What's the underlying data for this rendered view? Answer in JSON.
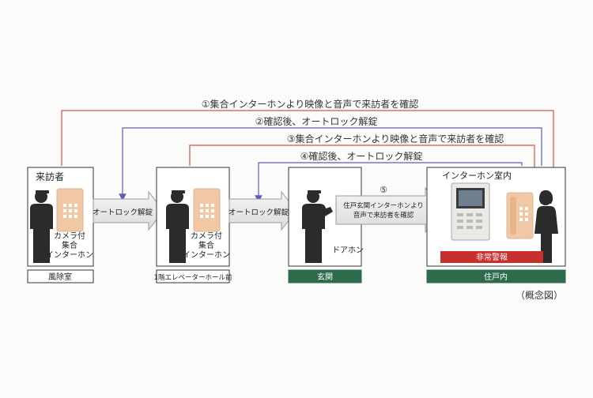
{
  "flows": [
    {
      "label": "①集合インターホンより映像と音声で来訪者を確認",
      "color": "#d9534a"
    },
    {
      "label": "②確認後、オートロック解錠",
      "color": "#5a5fb8"
    },
    {
      "label": "③集合インターホンより映像と音声で来訪者を確認",
      "color": "#d9534a"
    },
    {
      "label": "④確認後、オートロック解錠",
      "color": "#5a5fb8"
    },
    {
      "label": "⑤",
      "color": "#333333"
    }
  ],
  "boxes": {
    "visitor": {
      "title": "来訪者",
      "device": [
        "カメラ付",
        "集合",
        "インターホン"
      ],
      "caption": "風除室"
    },
    "elevator": {
      "device": [
        "カメラ付",
        "集合",
        "インターホン"
      ],
      "caption": "1階エレベーターホール前"
    },
    "entrance": {
      "device": "ドアホン",
      "caption": "玄関"
    },
    "dwelling": {
      "title": "インターホン室内",
      "alarm": "非常警報",
      "caption": "住戸内"
    }
  },
  "arrows": {
    "first": "オートロック解錠",
    "second": "オートロック解錠",
    "third": [
      "住戸玄関インターホンより",
      "音声で来訪者を確認"
    ]
  },
  "note": "（概念図）",
  "colors": {
    "red_line": "#d9534a",
    "blue_line": "#5a5fb8",
    "device_beige": "#f0c8a6",
    "caption_green": "#2e6b4c",
    "alarm_red": "#c8302e",
    "silhouette": "#2b2b2b"
  }
}
